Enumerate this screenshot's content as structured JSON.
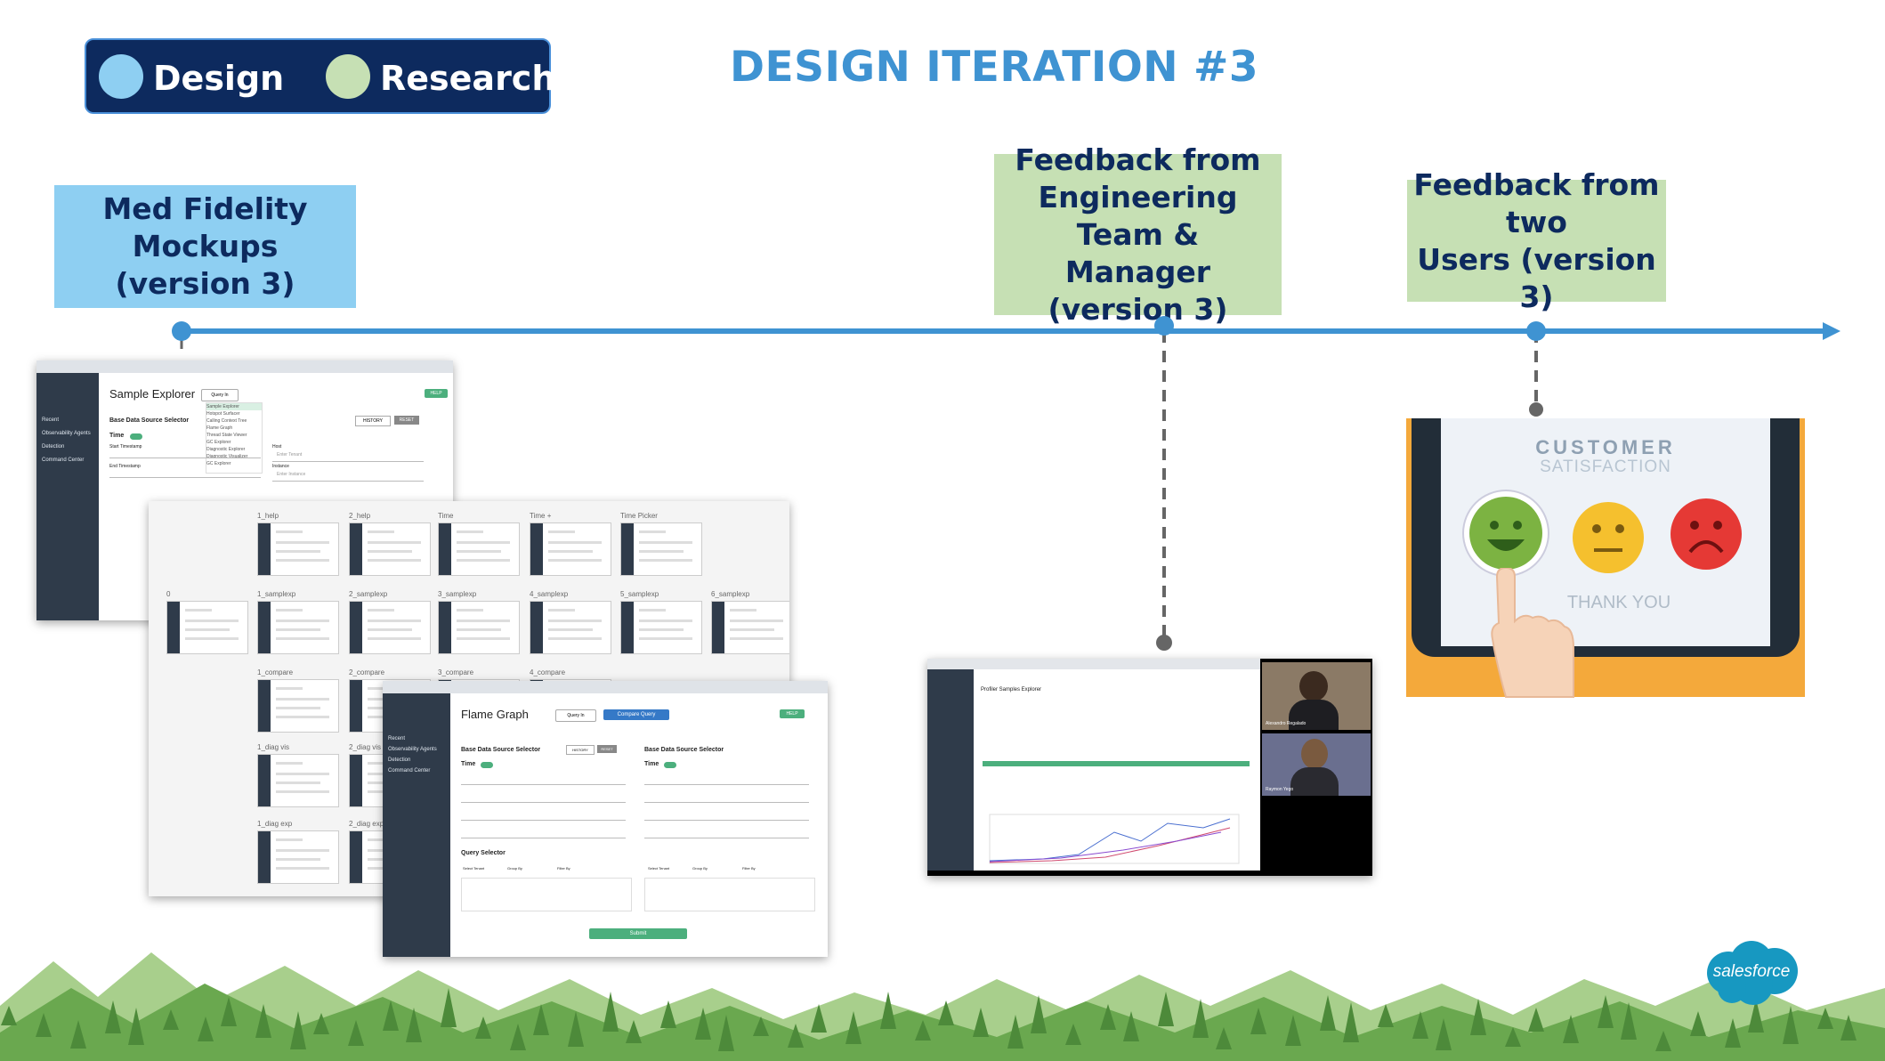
{
  "legend": {
    "items": [
      {
        "label": "Design",
        "color": "#8ecff2"
      },
      {
        "label": "Research",
        "color": "#c6e0b4"
      }
    ]
  },
  "title": "DESIGN ITERATION #3",
  "milestones": [
    {
      "text": "Med Fidelity Mockups\n(version 3)",
      "color": "#8ecff2",
      "type": "Design"
    },
    {
      "text": "Feedback from\nEngineering Team &\nManager\n(version 3)",
      "color": "#c6e0b4",
      "type": "Research"
    },
    {
      "text": "Feedback from two\nUsers (version 3)",
      "color": "#c6e0b4",
      "type": "Research"
    }
  ],
  "timeline_color": "#3f93d2",
  "connector_color": "#666666",
  "mockup_primary": {
    "title": "Sample Explorer",
    "section": "Base Data Source Selector",
    "time_label": "Time",
    "sidebar_items": [
      "Recent",
      "Observability Agents",
      "Detection",
      "Command Center"
    ],
    "dropdown_items": [
      "Sample Explorer",
      "Hotspot Surfacer",
      "Calling Context Tree",
      "Flame Graph",
      "Thread State Viewer",
      "GC Explorer",
      "Diagnostic Explorer",
      "Diagnostic Visualizer",
      "GC Explorer"
    ],
    "buttons": {
      "history": "HISTORY",
      "reset": "RESET",
      "query": "Query In",
      "help": "HELP"
    },
    "fields": [
      "Start Timestamp",
      "End Timestamp",
      "Host",
      "Instance"
    ],
    "placeholders": {
      "host": "Enter Tenant",
      "instance": "Enter Instance"
    }
  },
  "mockup_grid": {
    "rows": [
      [
        "1_help",
        "2_help",
        "Time",
        "Time +",
        "Time Picker"
      ],
      [
        "0",
        "1_samplexp",
        "2_samplexp",
        "3_samplexp",
        "4_samplexp",
        "5_samplexp",
        "6_samplexp"
      ],
      [
        "1_compare",
        "2_compare",
        "3_compare",
        "4_compare"
      ],
      [
        "1_diag vis",
        "2_diag vis"
      ],
      [
        "1_diag exp",
        "2_diag exp"
      ]
    ]
  },
  "mockup_flame": {
    "title": "Flame Graph",
    "query_btn": "Query In",
    "compare_btn": "Compare Query",
    "help": "HELP",
    "section_left": "Base Data Source Selector",
    "section_right": "Base Data Source Selector",
    "time_label": "Time",
    "query_section": "Query Selector",
    "submit": "Submit",
    "history": "HISTORY",
    "reset": "RESET",
    "sidebar_items": [
      "Recent",
      "Observability Agents",
      "Detection",
      "Command Center"
    ],
    "filters": [
      "Select Tenant",
      "Group By",
      "Filter By"
    ]
  },
  "video_call": {
    "app_title": "Profiler Samples Explorer",
    "participants": [
      "Alexandro Regalado",
      "Raymon Yego"
    ]
  },
  "satisfaction": {
    "title_line1": "CUSTOMER",
    "title_line2": "SATISFACTION",
    "thank_you": "THANK YOU",
    "faces": [
      {
        "mood": "happy",
        "color": "#7cb342"
      },
      {
        "mood": "neutral",
        "color": "#f5c02e"
      },
      {
        "mood": "sad",
        "color": "#e53935"
      }
    ]
  },
  "brand": {
    "name": "salesforce",
    "color": "#1798c1"
  }
}
